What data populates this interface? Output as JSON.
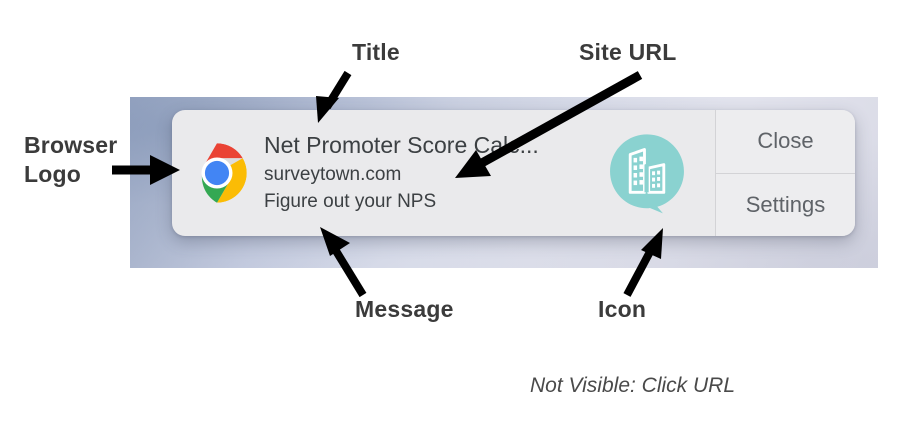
{
  "diagram": {
    "subject": "chrome-desktop-notification-anatomy",
    "footnote": "Not Visible: Click URL"
  },
  "notification": {
    "browser_logo": "chrome-logo",
    "title": "Net Promoter Score Calc...",
    "site_url": "surveytown.com",
    "message": "Figure out your NPS",
    "site_icon": "building-speech-bubble-icon",
    "actions": [
      {
        "label": "Close"
      },
      {
        "label": "Settings"
      }
    ]
  },
  "annotations": [
    {
      "id": "browser-logo",
      "label": "Browser\nLogo",
      "points_to": "browser-logo",
      "arrow": "right"
    },
    {
      "id": "title",
      "label": "Title",
      "points_to": "notification-title",
      "arrow": "down-left"
    },
    {
      "id": "site-url",
      "label": "Site URL",
      "points_to": "notification-url",
      "arrow": "down-left"
    },
    {
      "id": "message",
      "label": "Message",
      "points_to": "notification-message",
      "arrow": "up-left"
    },
    {
      "id": "icon",
      "label": "Icon",
      "points_to": "site-icon",
      "arrow": "up-right"
    }
  ],
  "colors": {
    "annotation_text": "#3b3b3b",
    "arrow": "#000000",
    "card_background": "#eaeaec",
    "button_background": "#ededef",
    "notification_text": "#3c4043",
    "button_text": "#5f6368",
    "site_icon_teal": "#8ad2d0",
    "chrome_red": "#ea4335",
    "chrome_yellow": "#fbbc05",
    "chrome_green": "#34a853",
    "chrome_blue": "#4285f4",
    "wallpaper": "#c8cee0"
  }
}
